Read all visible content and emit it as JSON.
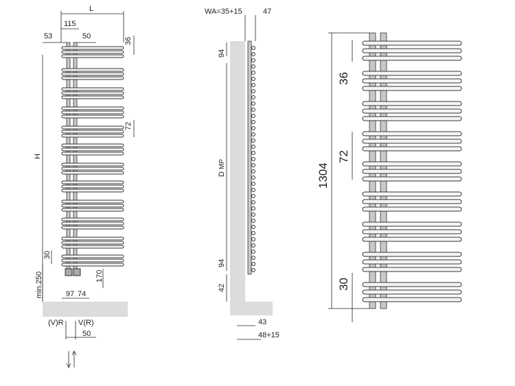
{
  "front_view": {
    "width_label": "L",
    "height_label": "H",
    "dim_115": "115",
    "dim_53": "53",
    "dim_50_top": "50",
    "dim_36": "36",
    "dim_72": "72",
    "dim_30": "30",
    "dim_min250": "min.250",
    "dim_170": "170",
    "dim_97": "97",
    "dim_74": "74",
    "flow_left": "(V)R",
    "flow_right": "V(R)",
    "dim_50_bottom": "50"
  },
  "side_view": {
    "wa_label": "WA=35+15",
    "dim_47": "47",
    "dim_94_top": "94",
    "dmp_label": "D",
    "dmp_sub": "MP",
    "dim_94_bottom": "94",
    "dim_42": "42",
    "dim_43": "43",
    "dim_48_15": "48+15"
  },
  "detail_view": {
    "total_height": "1304",
    "dim_36": "36",
    "dim_72": "72",
    "dim_30": "30"
  }
}
